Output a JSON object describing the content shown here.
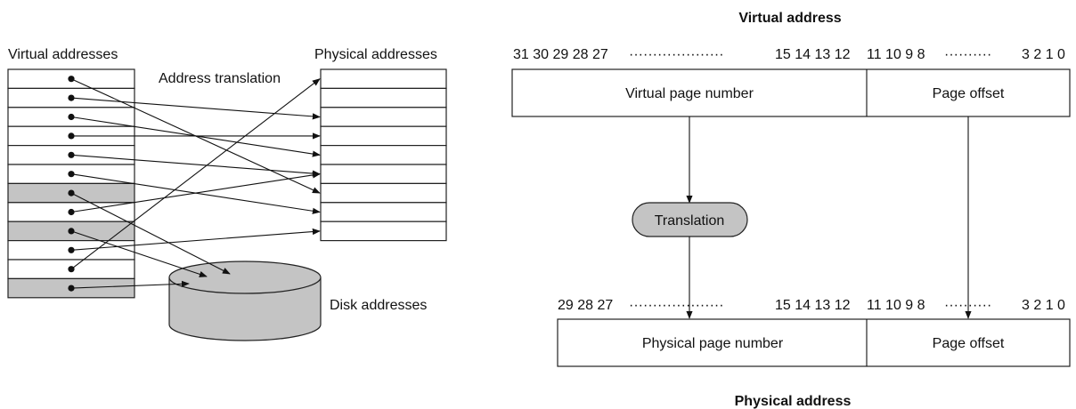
{
  "left": {
    "virtual_addresses_label": "Virtual addresses",
    "physical_addresses_label": "Physical addresses",
    "address_translation_label": "Address translation",
    "disk_addresses_label": "Disk addresses",
    "virtual_page_rows": 12,
    "shaded_virtual_rows": [
      6,
      8,
      11
    ],
    "physical_page_rows": 9,
    "mappings": [
      {
        "from_row": 0,
        "to": "physical",
        "to_row": 6
      },
      {
        "from_row": 1,
        "to": "physical",
        "to_row": 2
      },
      {
        "from_row": 2,
        "to": "physical",
        "to_row": 4
      },
      {
        "from_row": 3,
        "to": "physical",
        "to_row": 3
      },
      {
        "from_row": 4,
        "to": "physical",
        "to_row": 5
      },
      {
        "from_row": 5,
        "to": "physical",
        "to_row": 7
      },
      {
        "from_row": 6,
        "to": "disk"
      },
      {
        "from_row": 7,
        "to": "physical",
        "to_row": 5
      },
      {
        "from_row": 8,
        "to": "disk"
      },
      {
        "from_row": 9,
        "to": "physical",
        "to_row": 8
      },
      {
        "from_row": 10,
        "to": "physical",
        "to_row": 0
      },
      {
        "from_row": 11,
        "to": "disk"
      }
    ],
    "colors": {
      "shade": "#c4c4c4",
      "disk_fill": "#c4c4c4"
    }
  },
  "right": {
    "virtual_address_title": "Virtual address",
    "physical_address_title": "Physical address",
    "virtual_bits_left": "31 30 29 28 27",
    "physical_bits_left": "29 28 27",
    "bits_mid": "15 14 13 12",
    "bits_mid_right": "11 10 9 8",
    "bits_right": "3 2 1 0",
    "dots": "····················",
    "dots_short": "··········",
    "virtual_page_number": "Virtual page number",
    "physical_page_number": "Physical page number",
    "page_offset_virtual": "Page offset",
    "page_offset_physical": "Page offset",
    "translation": "Translation",
    "colors": {
      "translation_fill": "#c4c4c4"
    }
  }
}
